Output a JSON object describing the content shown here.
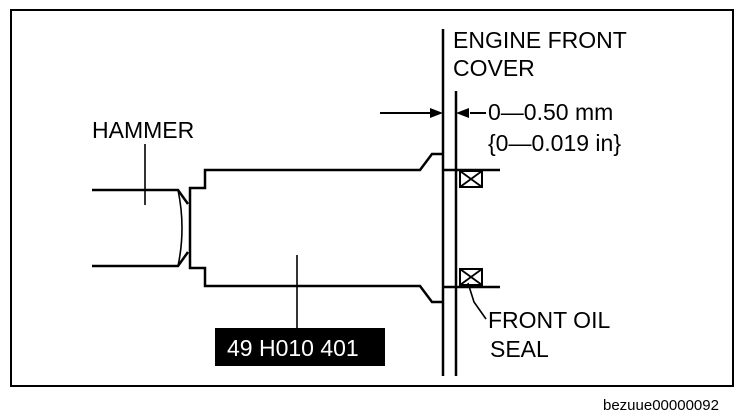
{
  "labels": {
    "engine_front_cover_line1": "ENGINE FRONT",
    "engine_front_cover_line2": "COVER",
    "clearance_mm": "0—0.50 mm",
    "clearance_in": "{0—0.019 in}",
    "hammer": "HAMMER",
    "front_oil_seal_line1": "FRONT OIL",
    "front_oil_seal_line2": "SEAL",
    "tool_number": "49 H010 401",
    "image_code": "bezuue00000092"
  },
  "colors": {
    "line": "#000000",
    "background": "#ffffff",
    "tool_label_bg": "#000000",
    "tool_label_text": "#ffffff"
  }
}
